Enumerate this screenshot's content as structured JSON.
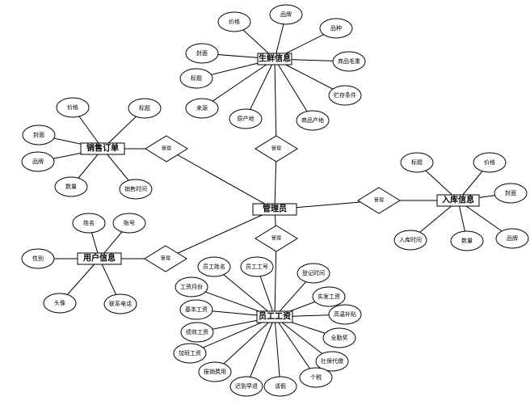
{
  "diagram": {
    "entities": {
      "fresh": "生鲜信息",
      "sales": "销售订单",
      "admin": "管理员",
      "stock": "入库信息",
      "user": "用户信息",
      "salary": "员工工资"
    },
    "relations": {
      "fresh_admin": "管理",
      "sales_admin": "管理",
      "admin_stock": "管理",
      "user_admin": "管理",
      "admin_salary": "管理"
    },
    "attributes": {
      "fresh": [
        "价格",
        "品牌",
        "品种",
        "封面",
        "商品毛重",
        "标题",
        "贮存条件",
        "来源",
        "原产地",
        "商品产地"
      ],
      "sales": [
        "价格",
        "标题",
        "封面",
        "品牌",
        "数量",
        "销售时间"
      ],
      "stock": [
        "标题",
        "价格",
        "封面",
        "入库时间",
        "数量",
        "品牌"
      ],
      "user": [
        "姓名",
        "账号",
        "性别",
        "头像",
        "联系电话"
      ],
      "salary": [
        "员工姓名",
        "员工工号",
        "登记时间",
        "工资月份",
        "实发工资",
        "基本工资",
        "高温补贴",
        "绩效工资",
        "全勤奖",
        "加班工资",
        "社保代缴",
        "报销费用",
        "迟到早退",
        "请假",
        "个税"
      ]
    }
  }
}
